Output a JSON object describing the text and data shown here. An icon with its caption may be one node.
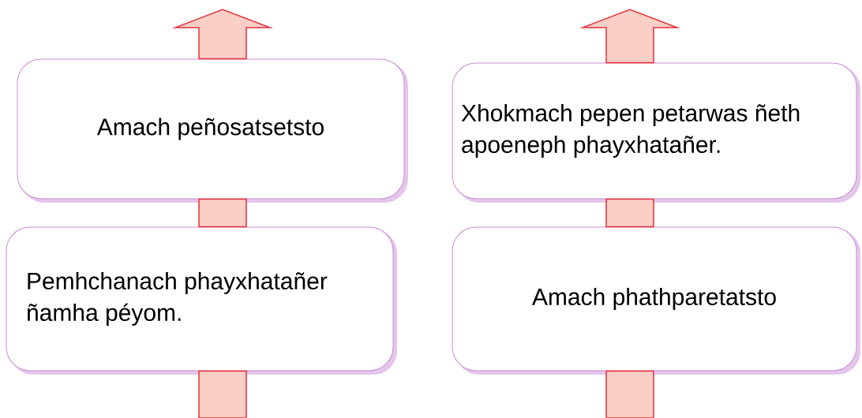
{
  "diagram": {
    "nodes": [
      {
        "text": [
          "Amach peñosatsetsto"
        ]
      },
      {
        "text": [
          "Pemhchanach phayxhatañer ñamha péyom."
        ]
      },
      {
        "text": [
          "Xhokmach pepen petarwas ñeth apoeneph phayxhatañer."
        ]
      },
      {
        "text": [
          "Amach phathparetatsto"
        ]
      }
    ],
    "edges": [
      {
        "from": null,
        "to": 1,
        "arrow": "none"
      },
      {
        "from": 1,
        "to": 0,
        "arrow": "none"
      },
      {
        "from": 0,
        "to": null,
        "arrow": "to"
      },
      {
        "from": null,
        "to": 3,
        "arrow": "none"
      },
      {
        "from": 3,
        "to": 2,
        "arrow": "none"
      },
      {
        "from": 2,
        "to": null,
        "arrow": "to"
      }
    ]
  }
}
